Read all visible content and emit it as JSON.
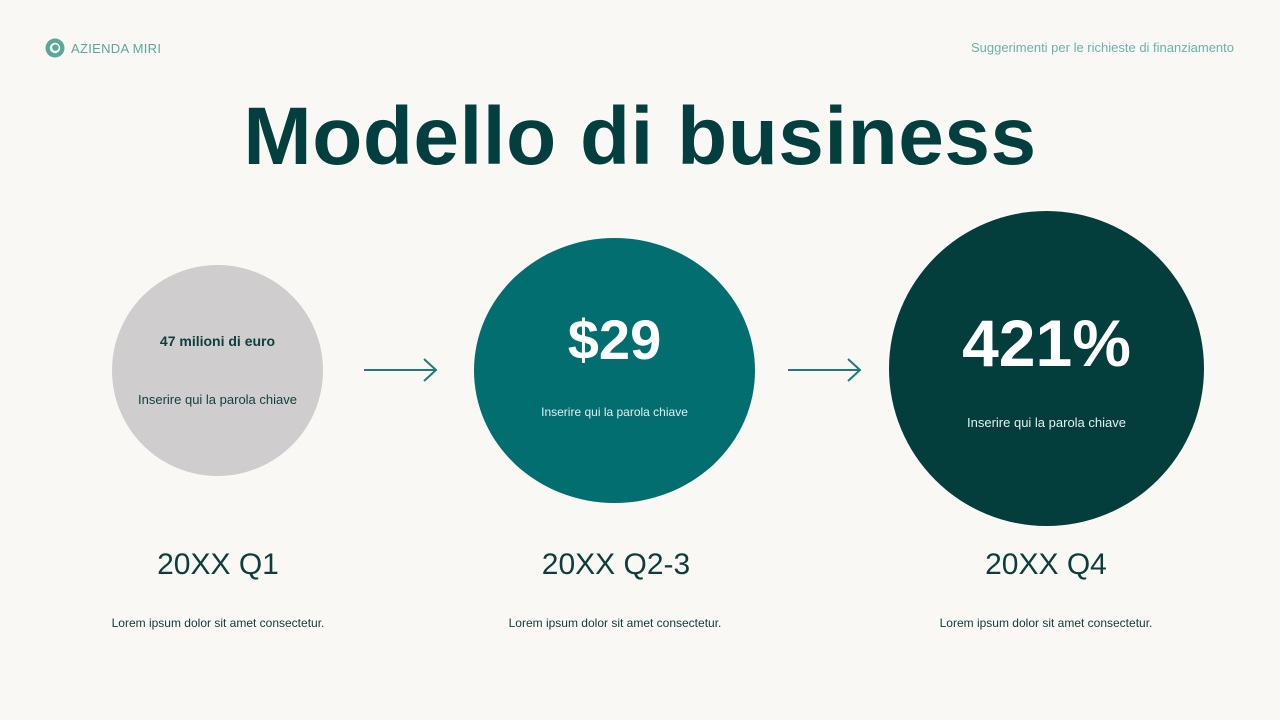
{
  "header": {
    "company_name": "AZIENDA MIRI",
    "section_link": "Suggerimenti per le richieste di finanziamento",
    "logo_icon": "circle-logo-icon"
  },
  "title": "Modello di business",
  "colors": {
    "background": "#faf8f4",
    "title": "#033f3e",
    "circle_q1": "#d0cdcf",
    "circle_q2": "#036e70",
    "circle_q4": "#033d3c",
    "accent": "#5aa89a"
  },
  "stages": [
    {
      "value": "47 milioni di euro",
      "keyword": "Inserire qui la parola chiave",
      "period": "20XX Q1",
      "description": "Lorem ipsum dolor sit amet consectetur."
    },
    {
      "value": "$29",
      "keyword": "Inserire qui la parola chiave",
      "period": "20XX Q2-3",
      "description": "Lorem ipsum dolor sit amet consectetur."
    },
    {
      "value": "421%",
      "keyword": "Inserire qui la parola chiave",
      "period": "20XX Q4",
      "description": "Lorem ipsum dolor sit amet consectetur."
    }
  ]
}
